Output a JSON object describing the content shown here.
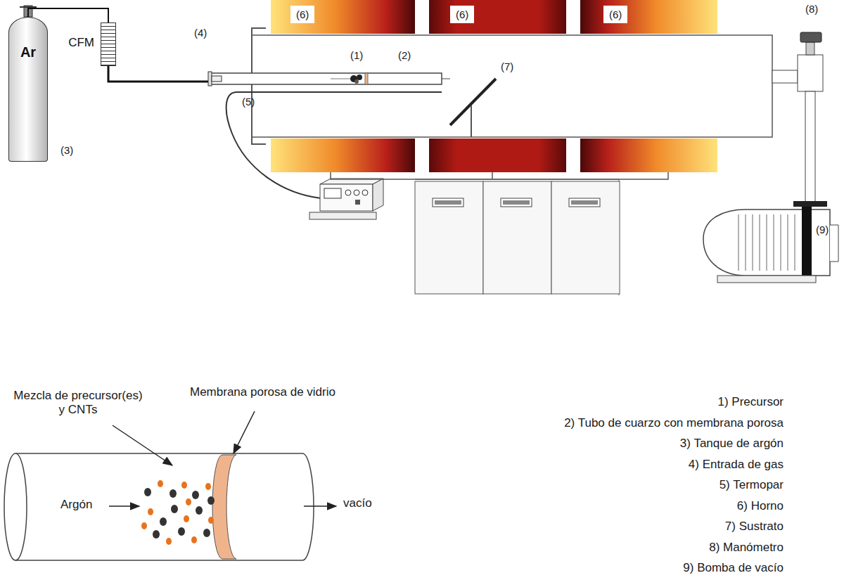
{
  "diagram": {
    "nodes": [
      {
        "text": [
          "Ar"
        ]
      },
      {
        "text": [
          "CFM"
        ]
      }
    ],
    "edges": [
      {
        "from": 0,
        "to": 1,
        "arrow": "none"
      }
    ],
    "labels": [
      "(3)",
      "(4)",
      "(1)",
      "(2)",
      "(5)",
      "(6)",
      "(6)",
      "(6)",
      "(7)",
      "(8)",
      "(9)",
      "Mezcla de precursor(es) y CNTs",
      "Membrana porosa de vidrio",
      "Argón",
      "vacío",
      "1) Precursor",
      "2) Tubo de cuarzo con membrana porosa",
      "3) Tanque de argón",
      "4) Entrada de gas",
      "5) Termopar",
      "6) Horno",
      "7) Sustrato",
      "8) Manómetro",
      "9) Bomba de vacío"
    ]
  }
}
